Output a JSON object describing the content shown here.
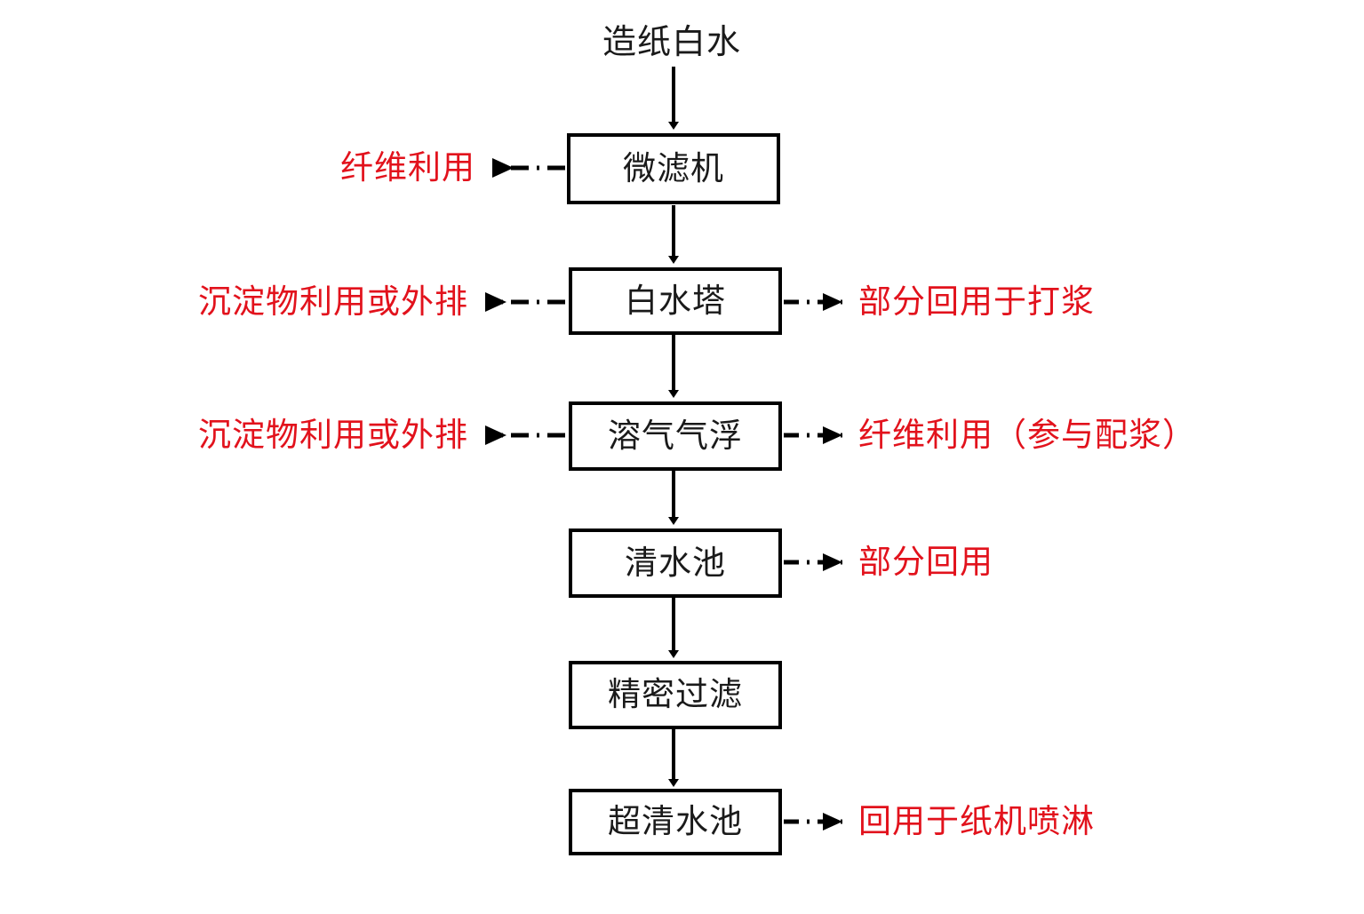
{
  "diagram": {
    "title": "造纸白水",
    "accent_red": "#e2121c",
    "line_black": "#000000",
    "nodes": [
      {
        "id": "microfilter",
        "label": "微滤机"
      },
      {
        "id": "white-water-tower",
        "label": "白水塔"
      },
      {
        "id": "dissolved-air-flotation",
        "label": "溶气气浮"
      },
      {
        "id": "clear-water-pool",
        "label": "清水池"
      },
      {
        "id": "precision-filter",
        "label": "精密过滤"
      },
      {
        "id": "ultra-clear-water-pool",
        "label": "超清水池"
      }
    ],
    "left_labels": [
      {
        "id": "fiber-reuse-1",
        "text": "纤维利用"
      },
      {
        "id": "sediment-reuse-1",
        "text": "沉淀物利用或外排"
      },
      {
        "id": "sediment-reuse-2",
        "text": "沉淀物利用或外排"
      }
    ],
    "right_labels": [
      {
        "id": "partial-reuse-pulping",
        "text": "部分回用于打浆"
      },
      {
        "id": "fiber-reuse-blending",
        "text": "纤维利用（参与配浆）"
      },
      {
        "id": "partial-reuse",
        "text": "部分回用"
      },
      {
        "id": "reuse-paper-machine-spray",
        "text": "回用于纸机喷淋"
      }
    ]
  }
}
